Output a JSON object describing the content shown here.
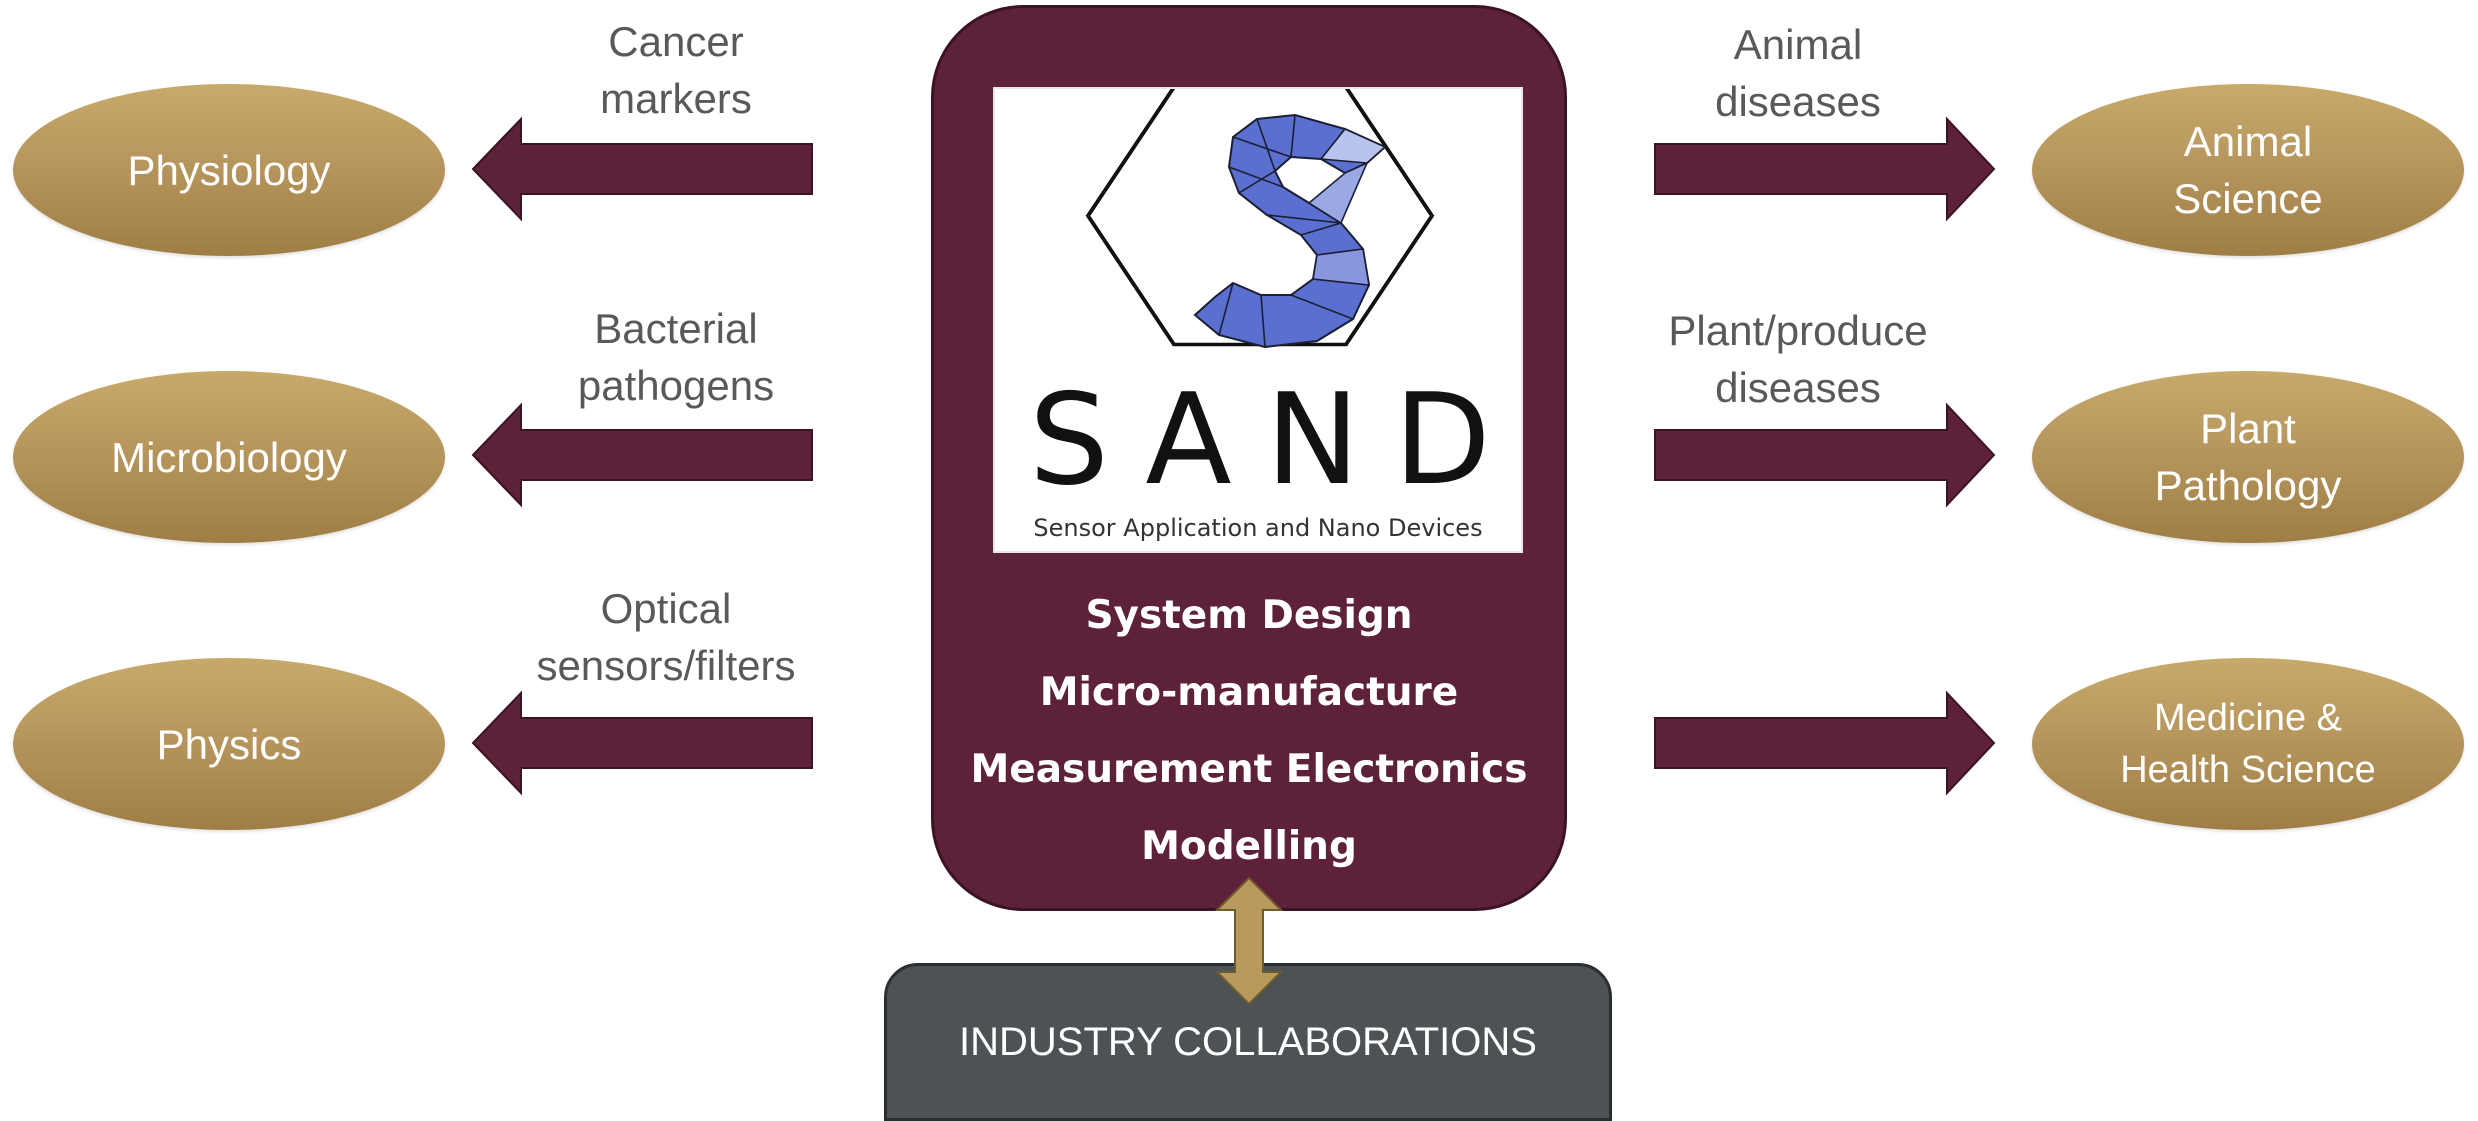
{
  "left_fields": [
    {
      "name": "Physiology",
      "arrow_label": [
        "Cancer",
        "markers"
      ]
    },
    {
      "name": "Microbiology",
      "arrow_label": [
        "Bacterial",
        "pathogens"
      ]
    },
    {
      "name": "Physics",
      "arrow_label": [
        "Optical",
        "sensors/filters"
      ]
    }
  ],
  "right_fields": [
    {
      "name": [
        "Animal",
        "Science"
      ],
      "arrow_label": [
        "Animal",
        "diseases"
      ]
    },
    {
      "name": [
        "Plant",
        "Pathology"
      ],
      "arrow_label": [
        "Plant/produce",
        "diseases"
      ]
    },
    {
      "name": [
        "Medicine &",
        "Health Science"
      ],
      "arrow_label": []
    }
  ],
  "hub": {
    "logo": {
      "wordmark": "SAND",
      "tagline": "Sensor Application and Nano Devices"
    },
    "capabilities": [
      "System Design",
      "Micro-manufacture",
      "Measurement Electronics",
      "Modelling"
    ]
  },
  "industry_label": "INDUSTRY COLLABORATIONS",
  "colors": {
    "maroon": "#5e213a",
    "gold": "#b89a5e",
    "slate": "#4d5254",
    "label_gray": "#595959",
    "logo_blue": "#5a6fd0"
  }
}
